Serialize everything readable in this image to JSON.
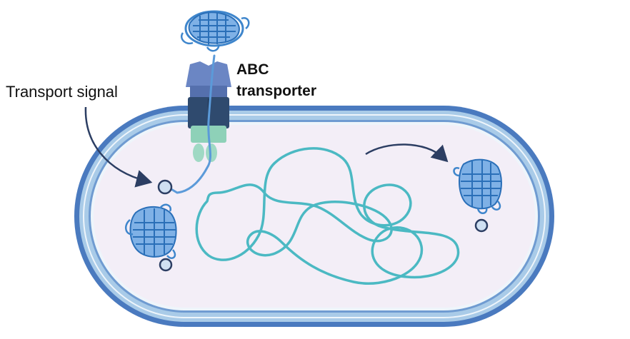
{
  "labels": {
    "transport_signal": "Transport signal",
    "abc_line1": "ABC",
    "abc_line2": "transporter"
  },
  "colors": {
    "membrane_dark": "#4a7abf",
    "membrane_light": "#a9cbe8",
    "membrane_white": "#eef5fb",
    "cytoplasm": "#f3eef7",
    "dna": "#4bb9c3",
    "transporter_top": "#6b86c4",
    "transporter_mid": "#2f4a6e",
    "transporter_bottom": "#8ed1b8",
    "protein": "#3f86cc",
    "arrow": "#2c3e63"
  },
  "icons": [
    "protein-barrel-icon",
    "abc-transporter-icon",
    "signal-peptide-icon",
    "arrow-icon"
  ]
}
